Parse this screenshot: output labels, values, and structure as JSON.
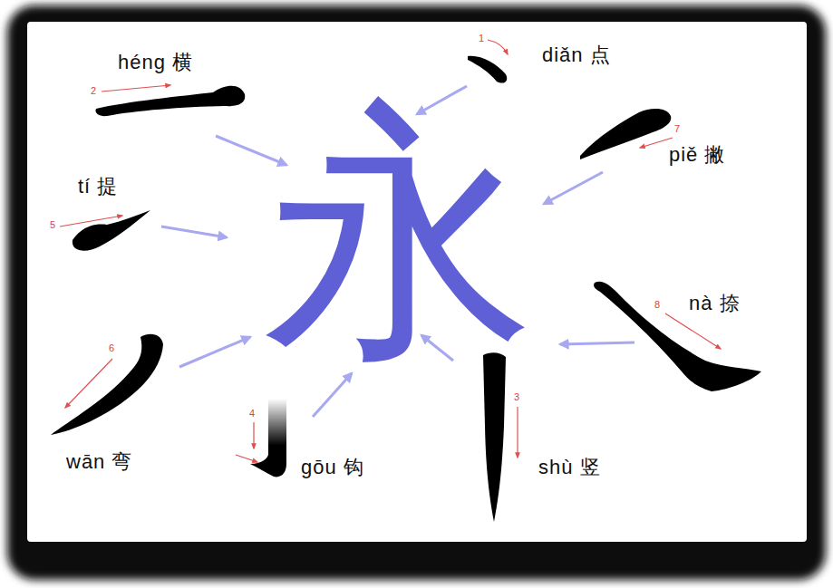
{
  "diagram": {
    "labels": [
      "1",
      "diǎn 点",
      "héng 横",
      "2",
      "7",
      "piě 撇",
      "tí 提",
      "5",
      "永",
      "8",
      "nà 捺",
      "6",
      "4",
      "3",
      "wān 弯",
      "gōu 钩",
      "shù 竖"
    ]
  }
}
